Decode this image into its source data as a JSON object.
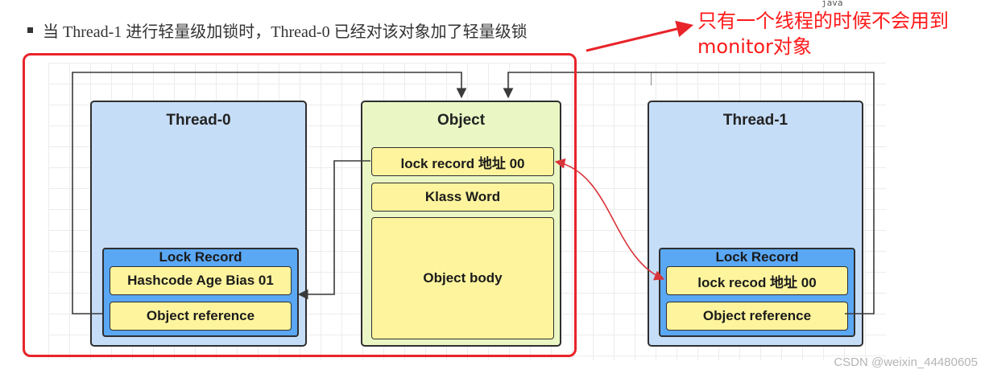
{
  "header": {
    "bullet_text": "当 Thread-1 进行轻量级加锁时，Thread-0 已经对该对象加了轻量级锁"
  },
  "annotation": {
    "text": "只有一个线程的时候不会用到monitor对象",
    "color": "#ff1a1a"
  },
  "code_tag": "java",
  "thread0": {
    "title": "Thread-0",
    "lock_record": {
      "title": "Lock Record",
      "slot1": "Hashcode Age Bias 01",
      "slot2": "Object reference"
    }
  },
  "object": {
    "title": "Object",
    "header": "lock record 地址 00",
    "klass": "Klass Word",
    "body": "Object body"
  },
  "thread1": {
    "title": "Thread-1",
    "lock_record": {
      "title": "Lock Record",
      "slot1": "lock recod 地址 00",
      "slot2": "Object reference"
    }
  },
  "watermark": "CSDN @weixin_44480605",
  "colors": {
    "thread_bg": "#c6ddf7",
    "object_bg": "#eaf7c4",
    "lock_record_bg": "#5aa7f4",
    "cell_bg": "#fdf49d",
    "highlight_frame": "#e8242a",
    "cas_arrow": "#d9333a"
  }
}
